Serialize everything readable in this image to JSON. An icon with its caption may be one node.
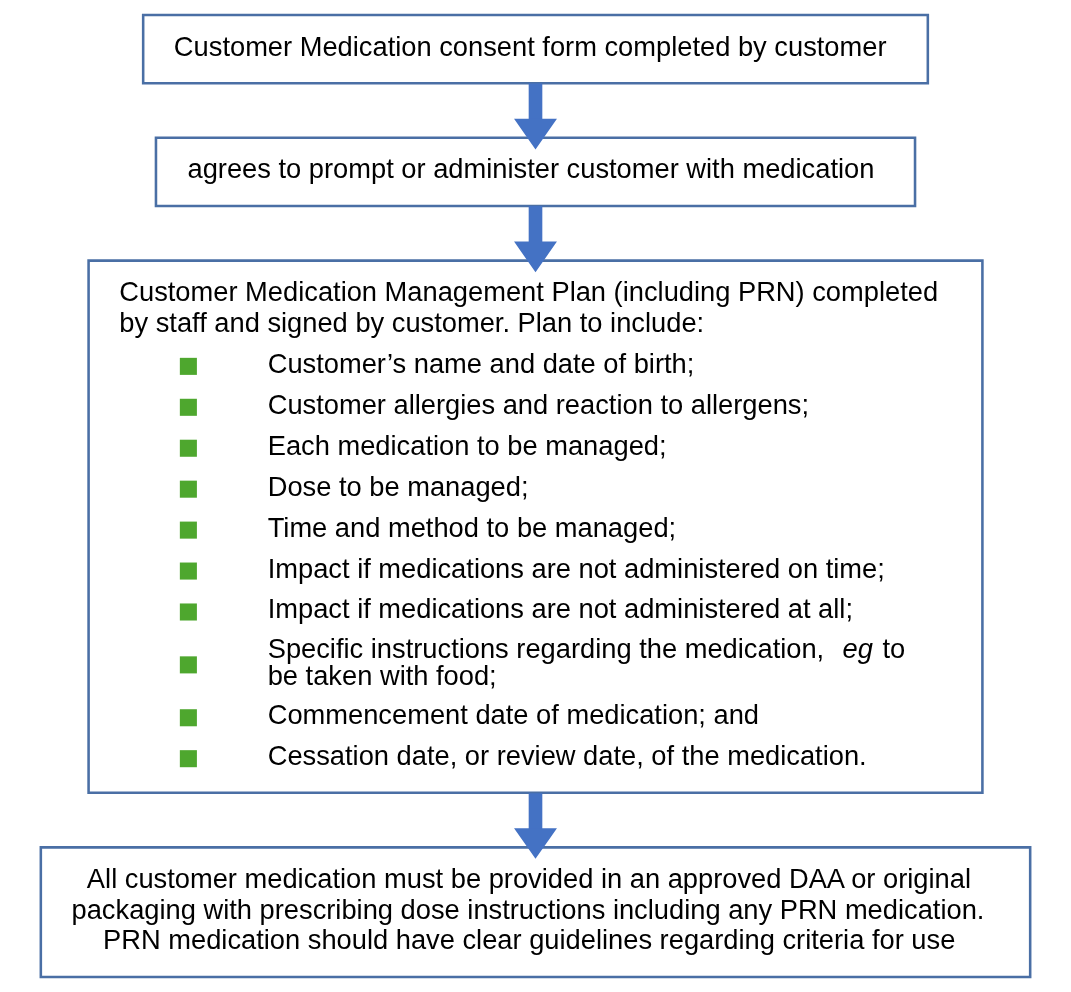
{
  "diagram": {
    "nodes": [
      {
        "text": [
          "Customer Medication consent form completed by customer"
        ]
      },
      {
        "text": [
          "agrees to prompt or administer customer with medication"
        ]
      },
      {
        "text": [
          "Customer Medication Management Plan (including PRN) completed by staff and signed by customer. Plan to include:",
          "Customer’s name and date of birth;",
          "Customer allergies and reaction to allergens;",
          "Each medication to be managed;",
          "Dose to be managed;",
          "Time and method to be managed;",
          "Impact if medications are not administered on time;",
          "Impact if medications are not administered at all;",
          "Specific instructions regarding the medication, *eg* to be taken with food;",
          "Commencement date of medication; and",
          "Cessation date, or review date, of the medication."
        ]
      },
      {
        "text": [
          "All customer medication must be provided in an approved DAA or original packaging with prescribing dose instructions including any PRN medication. PRN medication should have clear guidelines regarding criteria for use"
        ]
      }
    ],
    "edges": [
      {
        "from": 0,
        "to": 1,
        "arrow": "to"
      },
      {
        "from": 1,
        "to": 2,
        "arrow": "to"
      },
      {
        "from": 2,
        "to": 3,
        "arrow": "to"
      }
    ]
  }
}
